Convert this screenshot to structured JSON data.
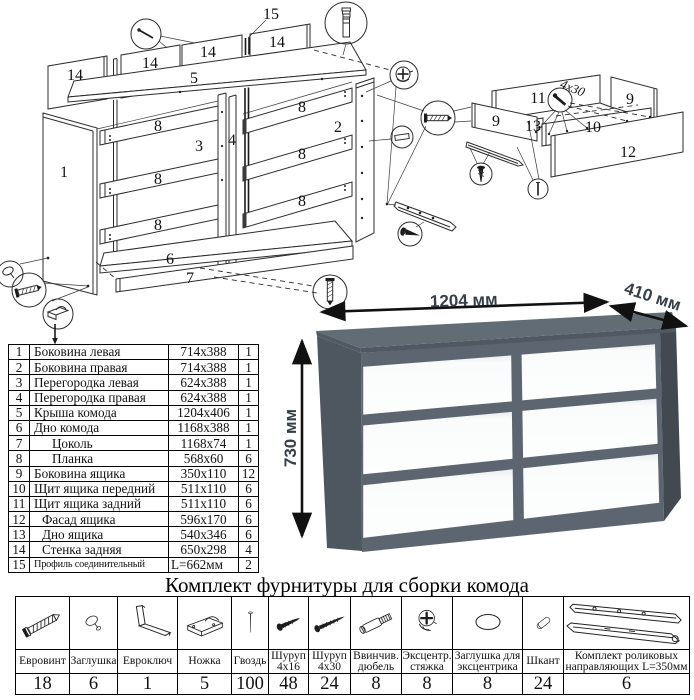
{
  "diagram": {
    "labels": {
      "n1": "1",
      "n2": "2",
      "n3": "3",
      "n4": "4",
      "n5": "5",
      "n6": "6",
      "n7": "7",
      "n8": "8",
      "n9": "9",
      "n10": "10",
      "n11": "11",
      "n12": "12",
      "n13": "13",
      "n14": "14",
      "n15": "15",
      "screw_size": "4x30"
    }
  },
  "render": {
    "dim_width": "1204 мм",
    "dim_depth": "410 мм",
    "dim_height": "730 мм"
  },
  "parts_table": {
    "rows": [
      {
        "num": "1",
        "name": "Боковина левая",
        "size": "714x388",
        "qty": "1",
        "indent": 0
      },
      {
        "num": "2",
        "name": "Боковина правая",
        "size": "714x388",
        "qty": "1",
        "indent": 0
      },
      {
        "num": "3",
        "name": "Перегородка левая",
        "size": "624x388",
        "qty": "1",
        "indent": 0
      },
      {
        "num": "4",
        "name": "Перегородка правая",
        "size": "624x388",
        "qty": "1",
        "indent": 0
      },
      {
        "num": "5",
        "name": "Крыша комода",
        "size": "1204x406",
        "qty": "1",
        "indent": 0
      },
      {
        "num": "6",
        "name": "Дно комода",
        "size": "1168x388",
        "qty": "1",
        "indent": 0
      },
      {
        "num": "7",
        "name": "Цоколь",
        "size": "1168x74",
        "qty": "1",
        "indent": 1
      },
      {
        "num": "8",
        "name": "Планка",
        "size": "568x60",
        "qty": "6",
        "indent": 1
      },
      {
        "num": "9",
        "name": "Боковина ящика",
        "size": "350x110",
        "qty": "12",
        "indent": 0
      },
      {
        "num": "10",
        "name": "Щит ящика передний",
        "size": "511x110",
        "qty": "6",
        "indent": 0
      },
      {
        "num": "11",
        "name": "Щит ящика задний",
        "size": "511x110",
        "qty": "6",
        "indent": 0
      },
      {
        "num": "12",
        "name": "Фасад ящика",
        "size": "596x170",
        "qty": "6",
        "indent": 2
      },
      {
        "num": "13",
        "name": "Дно ящика",
        "size": "540x346",
        "qty": "6",
        "indent": 2
      },
      {
        "num": "14",
        "name": "Стенка задняя",
        "size": "650x298",
        "qty": "4",
        "indent": 2
      },
      {
        "num": "15",
        "name": "Профиль соединительный",
        "size": "L=662мм",
        "qty": "2",
        "indent": 0,
        "condensed": true
      }
    ]
  },
  "hardware": {
    "title": "Комплект фурнитуры для сборки комода",
    "items": [
      {
        "icon": "euroscrew-icon",
        "name": "Евровинт",
        "qty": "18",
        "w": 54
      },
      {
        "icon": "cap-icon",
        "name": "Заглушка",
        "qty": "6",
        "w": 48
      },
      {
        "icon": "hexkey-icon",
        "name": "Евроключ",
        "qty": "1",
        "w": 60
      },
      {
        "icon": "foot-icon",
        "name": "Ножка",
        "qty": "5",
        "w": 54
      },
      {
        "icon": "nail-icon",
        "name": "Гвоздь",
        "qty": "100",
        "w": 37
      },
      {
        "icon": "screw-short-icon",
        "name": "Шуруп\n4х16",
        "qty": "48",
        "w": 40
      },
      {
        "icon": "screw-long-icon",
        "name": "Шуруп\n4х30",
        "qty": "24",
        "w": 42
      },
      {
        "icon": "dowel-screw-icon",
        "name": "Ввинчив.\nдюбель",
        "qty": "8",
        "w": 51
      },
      {
        "icon": "cam-lock-icon",
        "name": "Эксцентр.\nстяжка",
        "qty": "8",
        "w": 51
      },
      {
        "icon": "cam-cap-icon",
        "name": "Заглушка для\nэксцентрика",
        "qty": "8",
        "w": 70
      },
      {
        "icon": "wood-dowel-icon",
        "name": "Шкант",
        "qty": "24",
        "w": 41
      },
      {
        "icon": "rail-kit-icon",
        "name": "Комплект роликовых\nнаправляющих L=350мм",
        "qty": "6",
        "w": 126
      }
    ]
  }
}
